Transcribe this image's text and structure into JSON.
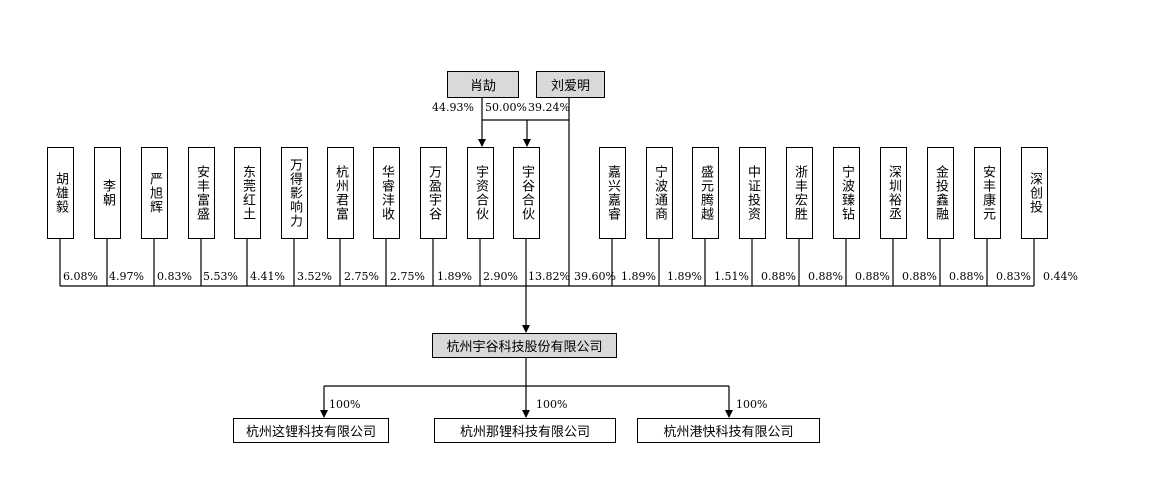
{
  "persons": [
    {
      "name": "肖劼"
    },
    {
      "name": "刘爱明"
    }
  ],
  "person_ratios": [
    "44.93%",
    "50.00%",
    "39.24%"
  ],
  "shareholders": [
    {
      "name": "胡雄毅",
      "share": "6.08%"
    },
    {
      "name": "李朝",
      "share": "4.97%"
    },
    {
      "name": "严旭辉",
      "share": "0.83%"
    },
    {
      "name": "安丰富盛",
      "share": "5.53%"
    },
    {
      "name": "东莞红土",
      "share": "4.41%"
    },
    {
      "name": "万得影响力",
      "share": "3.52%"
    },
    {
      "name": "杭州君富",
      "share": "2.75%"
    },
    {
      "name": "华睿沣收",
      "share": "2.75%"
    },
    {
      "name": "万盈宇谷",
      "share": "1.89%"
    },
    {
      "name": "宇资合伙",
      "share": "2.90%"
    },
    {
      "name": "宇谷合伙",
      "share": "13.82%"
    },
    {
      "name": "",
      "share": "39.60%"
    },
    {
      "name": "嘉兴嘉睿",
      "share": "1.89%"
    },
    {
      "name": "宁波通商",
      "share": "1.89%"
    },
    {
      "name": "盛元腾越",
      "share": "1.51%"
    },
    {
      "name": "中证投资",
      "share": "0.88%"
    },
    {
      "name": "浙丰宏胜",
      "share": "0.88%"
    },
    {
      "name": "宁波臻钻",
      "share": "0.88%"
    },
    {
      "name": "深圳裕丞",
      "share": "0.88%"
    },
    {
      "name": "金投鑫融",
      "share": "0.88%"
    },
    {
      "name": "安丰康元",
      "share": "0.83%"
    },
    {
      "name": "深创投",
      "share": "0.44%"
    }
  ],
  "company": {
    "name": "杭州宇谷科技股份有限公司"
  },
  "subsidiaries": [
    {
      "name": "杭州这锂科技有限公司",
      "share": "100%"
    },
    {
      "name": "杭州那锂科技有限公司",
      "share": "100%"
    },
    {
      "name": "杭州港快科技有限公司",
      "share": "100%"
    }
  ],
  "colors": {
    "box_fill": "#d9d9d9",
    "line": "#000000",
    "background": "#ffffff"
  }
}
